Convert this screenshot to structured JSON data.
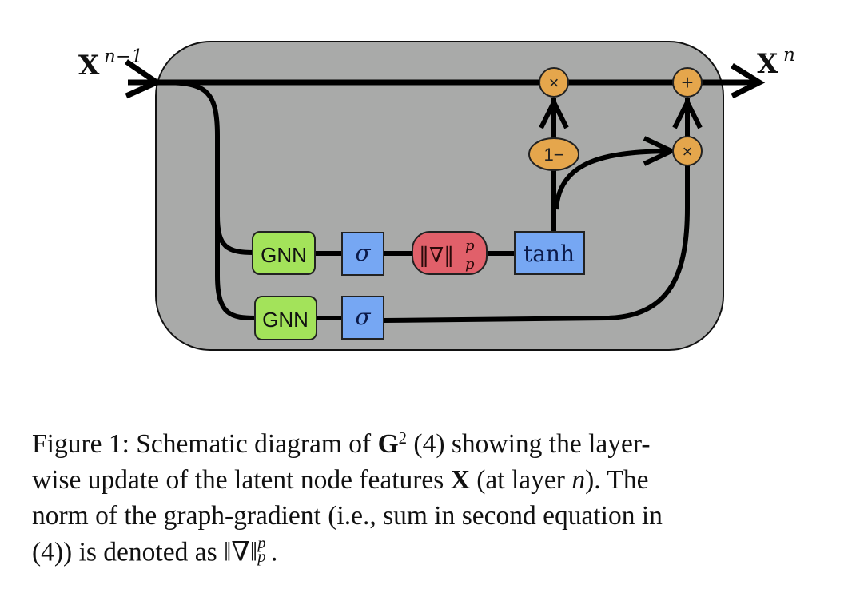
{
  "diagram": {
    "title": "Schematic diagram of G2 layer-wise update",
    "input_label": {
      "base": "X",
      "superscript": "n−1"
    },
    "output_label": {
      "base": "X",
      "superscript": "n"
    },
    "nodes": {
      "mult_top": {
        "symbol": "×",
        "shape": "circle"
      },
      "add_top": {
        "symbol": "+",
        "shape": "circle"
      },
      "mult_right": {
        "symbol": "×",
        "shape": "circle"
      },
      "one_minus": {
        "symbol": "1−",
        "shape": "ellipse"
      },
      "gnn_1": {
        "label": "GNN"
      },
      "sigma_1": {
        "label": "σ"
      },
      "norm": {
        "base": "‖∇‖",
        "superscript": "p",
        "subscript": "p"
      },
      "tanh": {
        "label": "tanh"
      },
      "gnn_2": {
        "label": "GNN"
      },
      "sigma_2": {
        "label": "σ"
      }
    },
    "colors": {
      "panel": "#a9aaa9",
      "operator": "#e5a64c",
      "gnn": "#a3e35a",
      "activation": "#76a7f3",
      "norm": "#e1606a",
      "line": "#000000"
    }
  },
  "caption": {
    "line1": {
      "prefix": "Figure 1: Schematic diagram of ",
      "symbol": "G",
      "symbol_sup": "2",
      "suffix": " (4) showing the layer-"
    },
    "line2": {
      "prefix": "wise update of the latent node features ",
      "symbol": "X",
      "middle": " (at layer ",
      "var": "n",
      "suffix": "). The"
    },
    "line3": {
      "text": "norm of the graph-gradient (i.e., sum in second equation in"
    },
    "line4": {
      "prefix": "(4)) is denoted as ",
      "base": "‖∇‖",
      "sup": "p",
      "sub": "p",
      "suffix": "."
    }
  }
}
